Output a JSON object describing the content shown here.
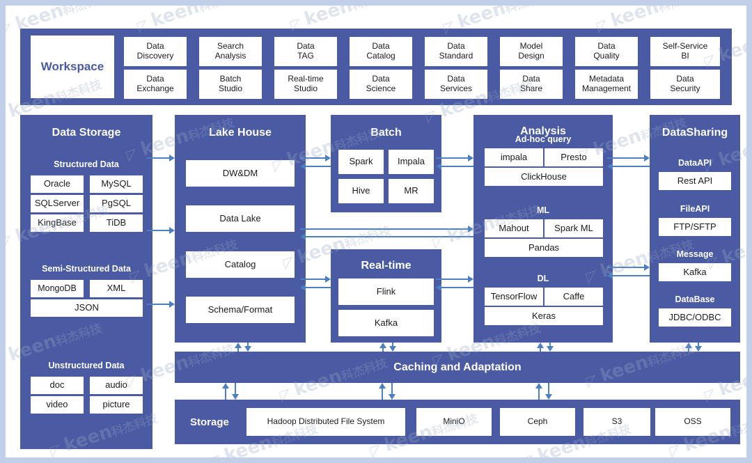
{
  "workspace": {
    "label": "Workspace",
    "row1": [
      "Data\nDiscovery",
      "Search\nAnalysis",
      "Data\nTAG",
      "Data\nCatalog",
      "Data\nStandard",
      "Model\nDesign",
      "Data\nQuality",
      "Self-Service\nBI"
    ],
    "row2": [
      "Data\nExchange",
      "Batch\nStudio",
      "Real-time\nStudio",
      "Data\nScience",
      "Data\nServices",
      "Data\nShare",
      "Metadata\nManagement",
      "Data\nSecurity"
    ]
  },
  "data_storage": {
    "title": "Data Storage",
    "groups": [
      {
        "label": "Structured Data",
        "items": [
          "Oracle",
          "MySQL",
          "SQLServer",
          "PgSQL",
          "KingBase",
          "TiDB"
        ]
      },
      {
        "label": "Semi-Structured Data",
        "items": [
          "MongoDB",
          "XML",
          "JSON"
        ]
      },
      {
        "label": "Unstructured Data",
        "items": [
          "doc",
          "audio",
          "video",
          "picture"
        ]
      }
    ]
  },
  "lake_house": {
    "title": "Lake House",
    "items": [
      "DW&DM",
      "Data Lake",
      "Catalog",
      "Schema/Format"
    ]
  },
  "batch": {
    "title": "Batch",
    "items": [
      "Spark",
      "Impala",
      "Hive",
      "MR"
    ]
  },
  "realtime": {
    "title": "Real-time",
    "items": [
      "Flink",
      "Kafka"
    ]
  },
  "analysis": {
    "title": "Analysis",
    "groups": [
      {
        "label": "Ad-hoc query",
        "items": [
          "impala",
          "Presto",
          "ClickHouse"
        ]
      },
      {
        "label": "ML",
        "items": [
          "Mahout",
          "Spark ML",
          "Pandas"
        ]
      },
      {
        "label": "DL",
        "items": [
          "TensorFlow",
          "Caffe",
          "Keras"
        ]
      }
    ]
  },
  "data_sharing": {
    "title": "DataSharing",
    "groups": [
      {
        "label": "DataAPI",
        "item": "Rest API"
      },
      {
        "label": "FileAPI",
        "item": "FTP/SFTP"
      },
      {
        "label": "Message",
        "item": "Kafka"
      },
      {
        "label": "DataBase",
        "item": "JDBC/ODBC"
      }
    ]
  },
  "caching": {
    "title": "Caching and Adaptation"
  },
  "storage_bottom": {
    "label": "Storage",
    "items": [
      "Hadoop Distributed File System",
      "MiniO",
      "Ceph",
      "S3",
      "OSS"
    ]
  },
  "watermark": {
    "text": "keen",
    "cjk": "科杰科技"
  },
  "colors": {
    "panel_blue": "#4a5ba4",
    "accent_blue": "#4a7fc1",
    "page_bg": "#c2cfe8",
    "canvas": "#ffffff",
    "cell_bg": "#ffffff"
  }
}
